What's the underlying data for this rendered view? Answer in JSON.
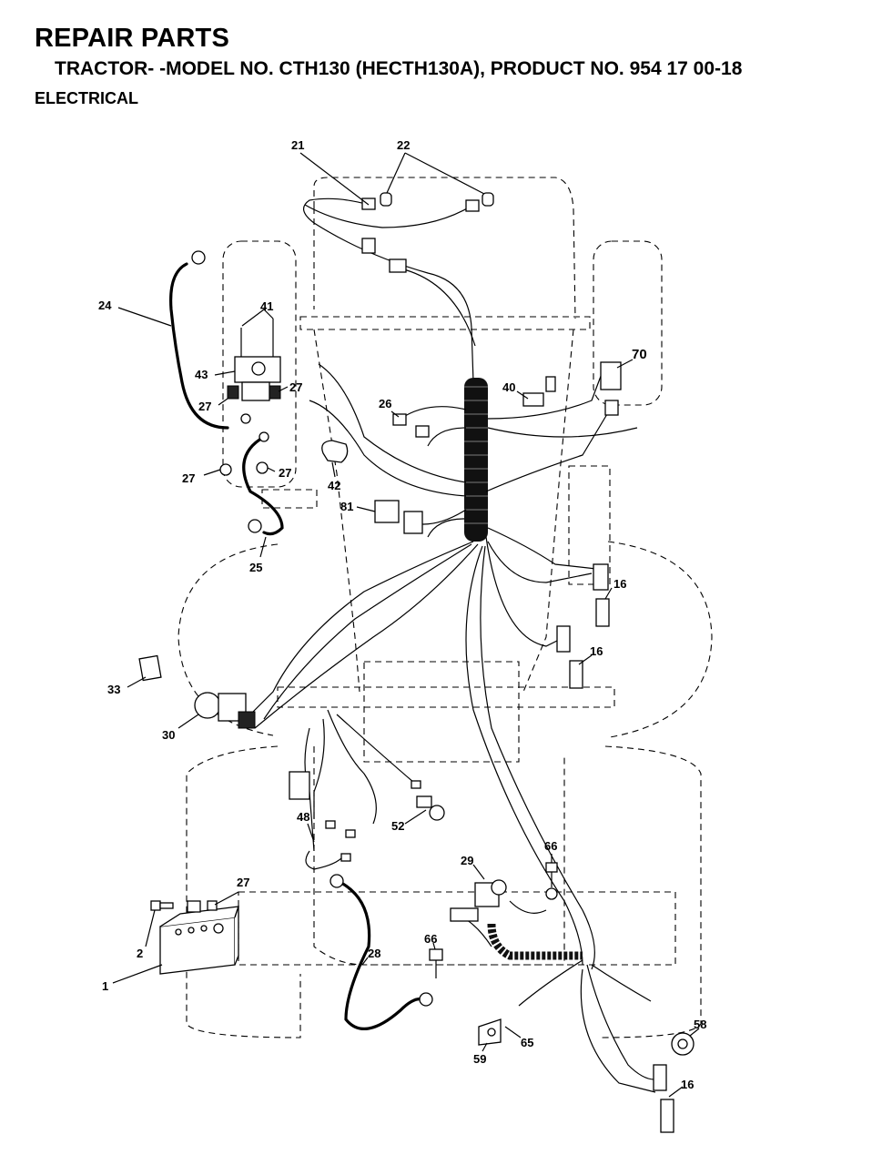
{
  "header": {
    "title": "REPAIR PARTS",
    "subtitle": "TRACTOR- -MODEL NO. CTH130 (HECTH130A), PRODUCT NO. 954 17 00-18",
    "section": "ELECTRICAL"
  },
  "callouts": [
    {
      "id": "c21",
      "text": "21"
    },
    {
      "id": "c22",
      "text": "22"
    },
    {
      "id": "c24",
      "text": "24"
    },
    {
      "id": "c41",
      "text": "41"
    },
    {
      "id": "c43",
      "text": "43"
    },
    {
      "id": "c27a",
      "text": "27"
    },
    {
      "id": "c27b",
      "text": "27"
    },
    {
      "id": "c27c",
      "text": "27"
    },
    {
      "id": "c27d",
      "text": "27"
    },
    {
      "id": "c27e",
      "text": "27"
    },
    {
      "id": "c26",
      "text": "26"
    },
    {
      "id": "c40",
      "text": "40"
    },
    {
      "id": "c70",
      "text": "70"
    },
    {
      "id": "c42",
      "text": "42"
    },
    {
      "id": "c81",
      "text": "81"
    },
    {
      "id": "c25",
      "text": "25"
    },
    {
      "id": "c16a",
      "text": "16"
    },
    {
      "id": "c16b",
      "text": "16"
    },
    {
      "id": "c16c",
      "text": "16"
    },
    {
      "id": "c33",
      "text": "33"
    },
    {
      "id": "c30",
      "text": "30"
    },
    {
      "id": "c48",
      "text": "48"
    },
    {
      "id": "c52",
      "text": "52"
    },
    {
      "id": "c29",
      "text": "29"
    },
    {
      "id": "c66a",
      "text": "66"
    },
    {
      "id": "c66b",
      "text": "66"
    },
    {
      "id": "c2",
      "text": "2"
    },
    {
      "id": "c1",
      "text": "1"
    },
    {
      "id": "c28",
      "text": "28"
    },
    {
      "id": "c58",
      "text": "58"
    },
    {
      "id": "c59",
      "text": "59"
    },
    {
      "id": "c65",
      "text": "65"
    }
  ]
}
